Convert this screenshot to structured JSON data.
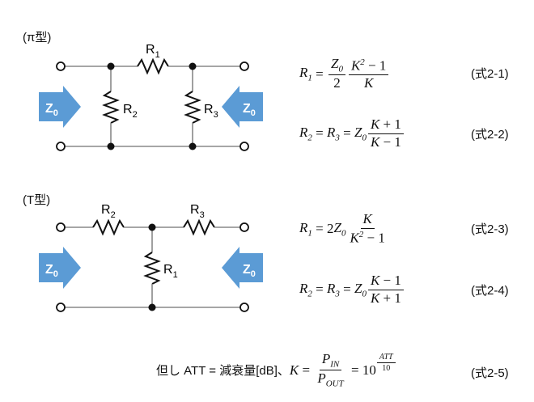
{
  "pi_section": {
    "title": "(π型)",
    "labels": {
      "r1": "R",
      "r1_sub": "1",
      "r2": "R",
      "r2_sub": "2",
      "r3": "R",
      "r3_sub": "3",
      "z": "Z",
      "z_sub": "0"
    }
  },
  "t_section": {
    "title": "(T型)",
    "labels": {
      "r2": "R",
      "r2_sub": "2",
      "r3": "R",
      "r3_sub": "3",
      "r1": "R",
      "r1_sub": "1",
      "z": "Z",
      "z_sub": "0"
    }
  },
  "equations": [
    {
      "number": "(式2-1)"
    },
    {
      "number": "(式2-2)"
    },
    {
      "number": "(式2-3)"
    },
    {
      "number": "(式2-4)"
    },
    {
      "number": "(式2-5)"
    }
  ],
  "note": {
    "prefix": "但し ATT = 減衰量[dB]、",
    "exp_num": "ATT",
    "exp_den": "10"
  },
  "colors": {
    "arrow_fill": "#5b9bd5",
    "arrow_text": "#ffffff",
    "wire": "#888888"
  }
}
